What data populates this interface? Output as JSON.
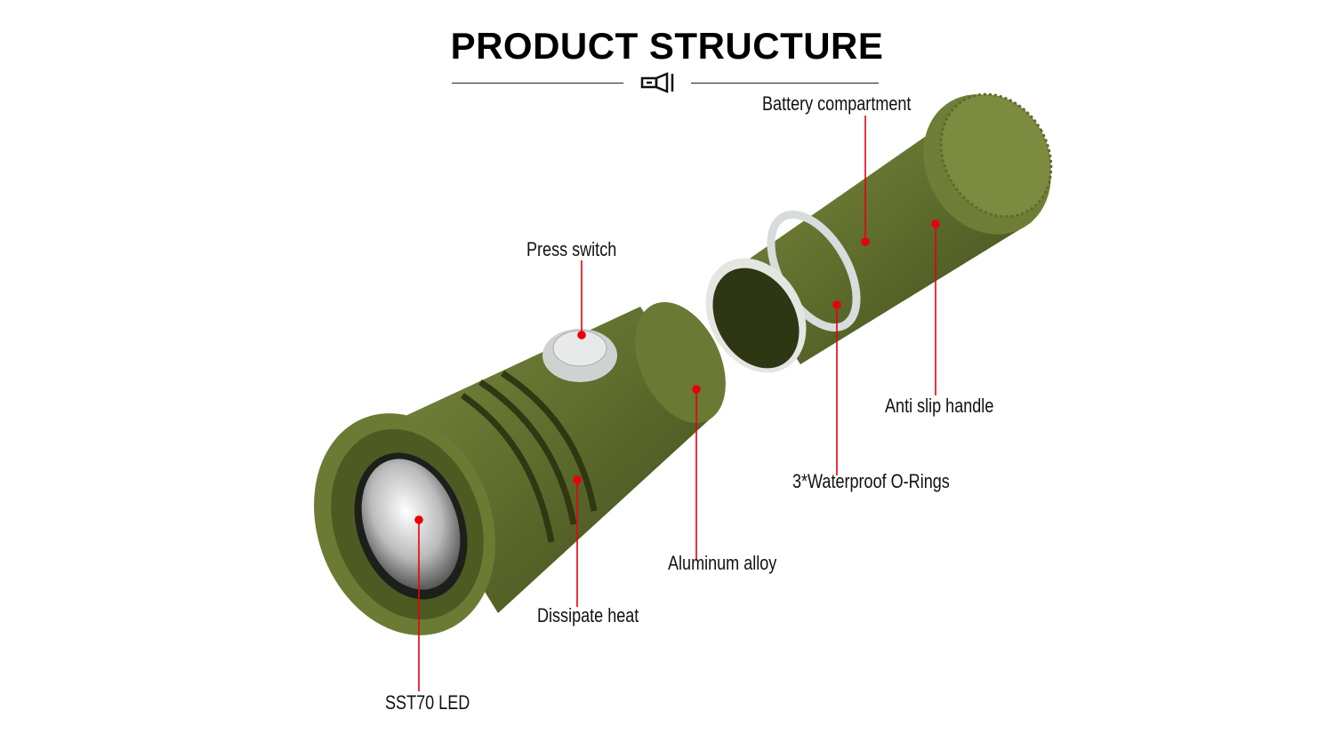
{
  "title": "PRODUCT STRUCTURE",
  "icons": {
    "title_icon": "flashlight-icon"
  },
  "colors": {
    "body": "#5d6b2c",
    "pointer": "#e8000b"
  },
  "labels": {
    "battery_compartment": "Battery compartment",
    "press_switch": "Press switch",
    "anti_slip_handle": "Anti slip handle",
    "o_rings": "3*Waterproof O-Rings",
    "aluminum_alloy": "Aluminum alloy",
    "dissipate_heat": "Dissipate heat",
    "led": "SST70 LED"
  }
}
